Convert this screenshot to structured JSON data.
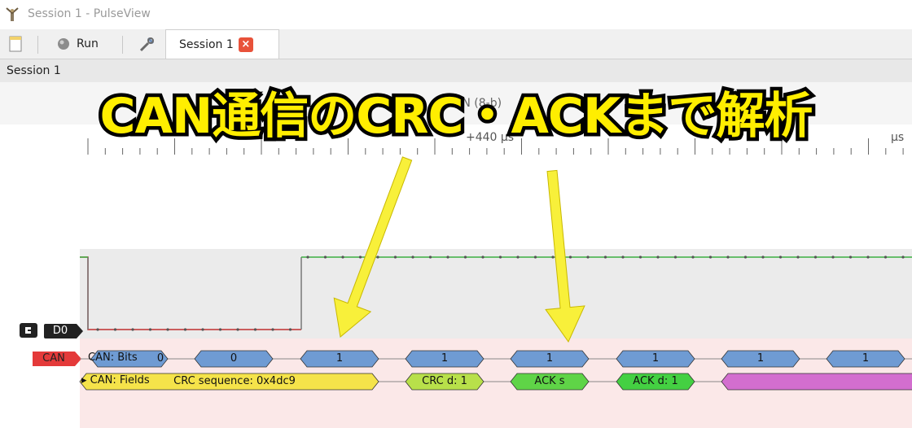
{
  "window": {
    "title": "Session 1 - PulseView"
  },
  "toolbar": {
    "run_label": "Run"
  },
  "tabs": [
    {
      "label": "Session 1",
      "close": "×"
    }
  ],
  "session_bar": {
    "title": "Session 1"
  },
  "subtoolbar": {
    "partial_text": "CAN (8-b)"
  },
  "ruler": {
    "labels": [
      "+440 µs",
      "µs"
    ]
  },
  "traces": {
    "d0": "D0",
    "can": "CAN",
    "bits_row": "CAN: Bits",
    "fields_row": "CAN: Fields"
  },
  "bits": [
    {
      "label": "0"
    },
    {
      "label": "0"
    },
    {
      "label": "1"
    },
    {
      "label": "1"
    },
    {
      "label": "1"
    },
    {
      "label": "1"
    },
    {
      "label": "1"
    },
    {
      "label": "1"
    }
  ],
  "fields": [
    {
      "label": "CRC sequence: 0x4dc9",
      "color": "#f5e34a"
    },
    {
      "label": "CRC d: 1",
      "color": "#b8e04a"
    },
    {
      "label": "ACK s",
      "color": "#5fd447"
    },
    {
      "label": "ACK d: 1",
      "color": "#44d042"
    },
    {
      "label": "",
      "color": "#d36ecf"
    }
  ],
  "headline": "CAN通信のCRC・ACKまで解析",
  "colors": {
    "bits": "#6f9bd3",
    "signal_low": "#c03030",
    "signal_high": "#3cb043",
    "arrow": "#f8f03a"
  }
}
